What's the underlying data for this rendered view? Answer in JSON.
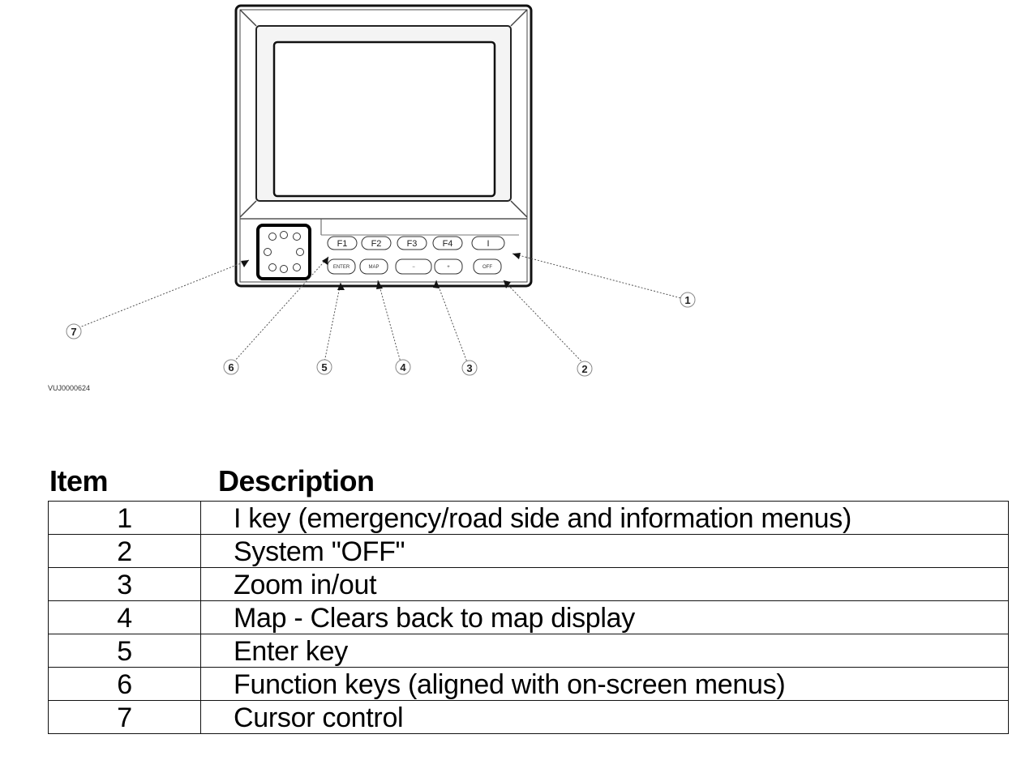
{
  "diagram": {
    "ref_code": "VUJ0000624",
    "function_keys": [
      "F1",
      "F2",
      "F3",
      "F4",
      "I"
    ],
    "lower_keys": [
      "ENTER",
      "MAP",
      "−",
      "+",
      "OFF"
    ],
    "callouts": [
      "1",
      "2",
      "3",
      "4",
      "5",
      "6",
      "7"
    ]
  },
  "table": {
    "header_item": "Item",
    "header_description": "Description",
    "rows": [
      {
        "item": "1",
        "description": "I key (emergency/road side and information menus)"
      },
      {
        "item": "2",
        "description": "System \"OFF\""
      },
      {
        "item": "3",
        "description": "Zoom in/out"
      },
      {
        "item": "4",
        "description": "Map - Clears back to map display"
      },
      {
        "item": "5",
        "description": "Enter key"
      },
      {
        "item": "6",
        "description": "Function keys (aligned with on-screen menus)"
      },
      {
        "item": "7",
        "description": "Cursor control"
      }
    ]
  }
}
